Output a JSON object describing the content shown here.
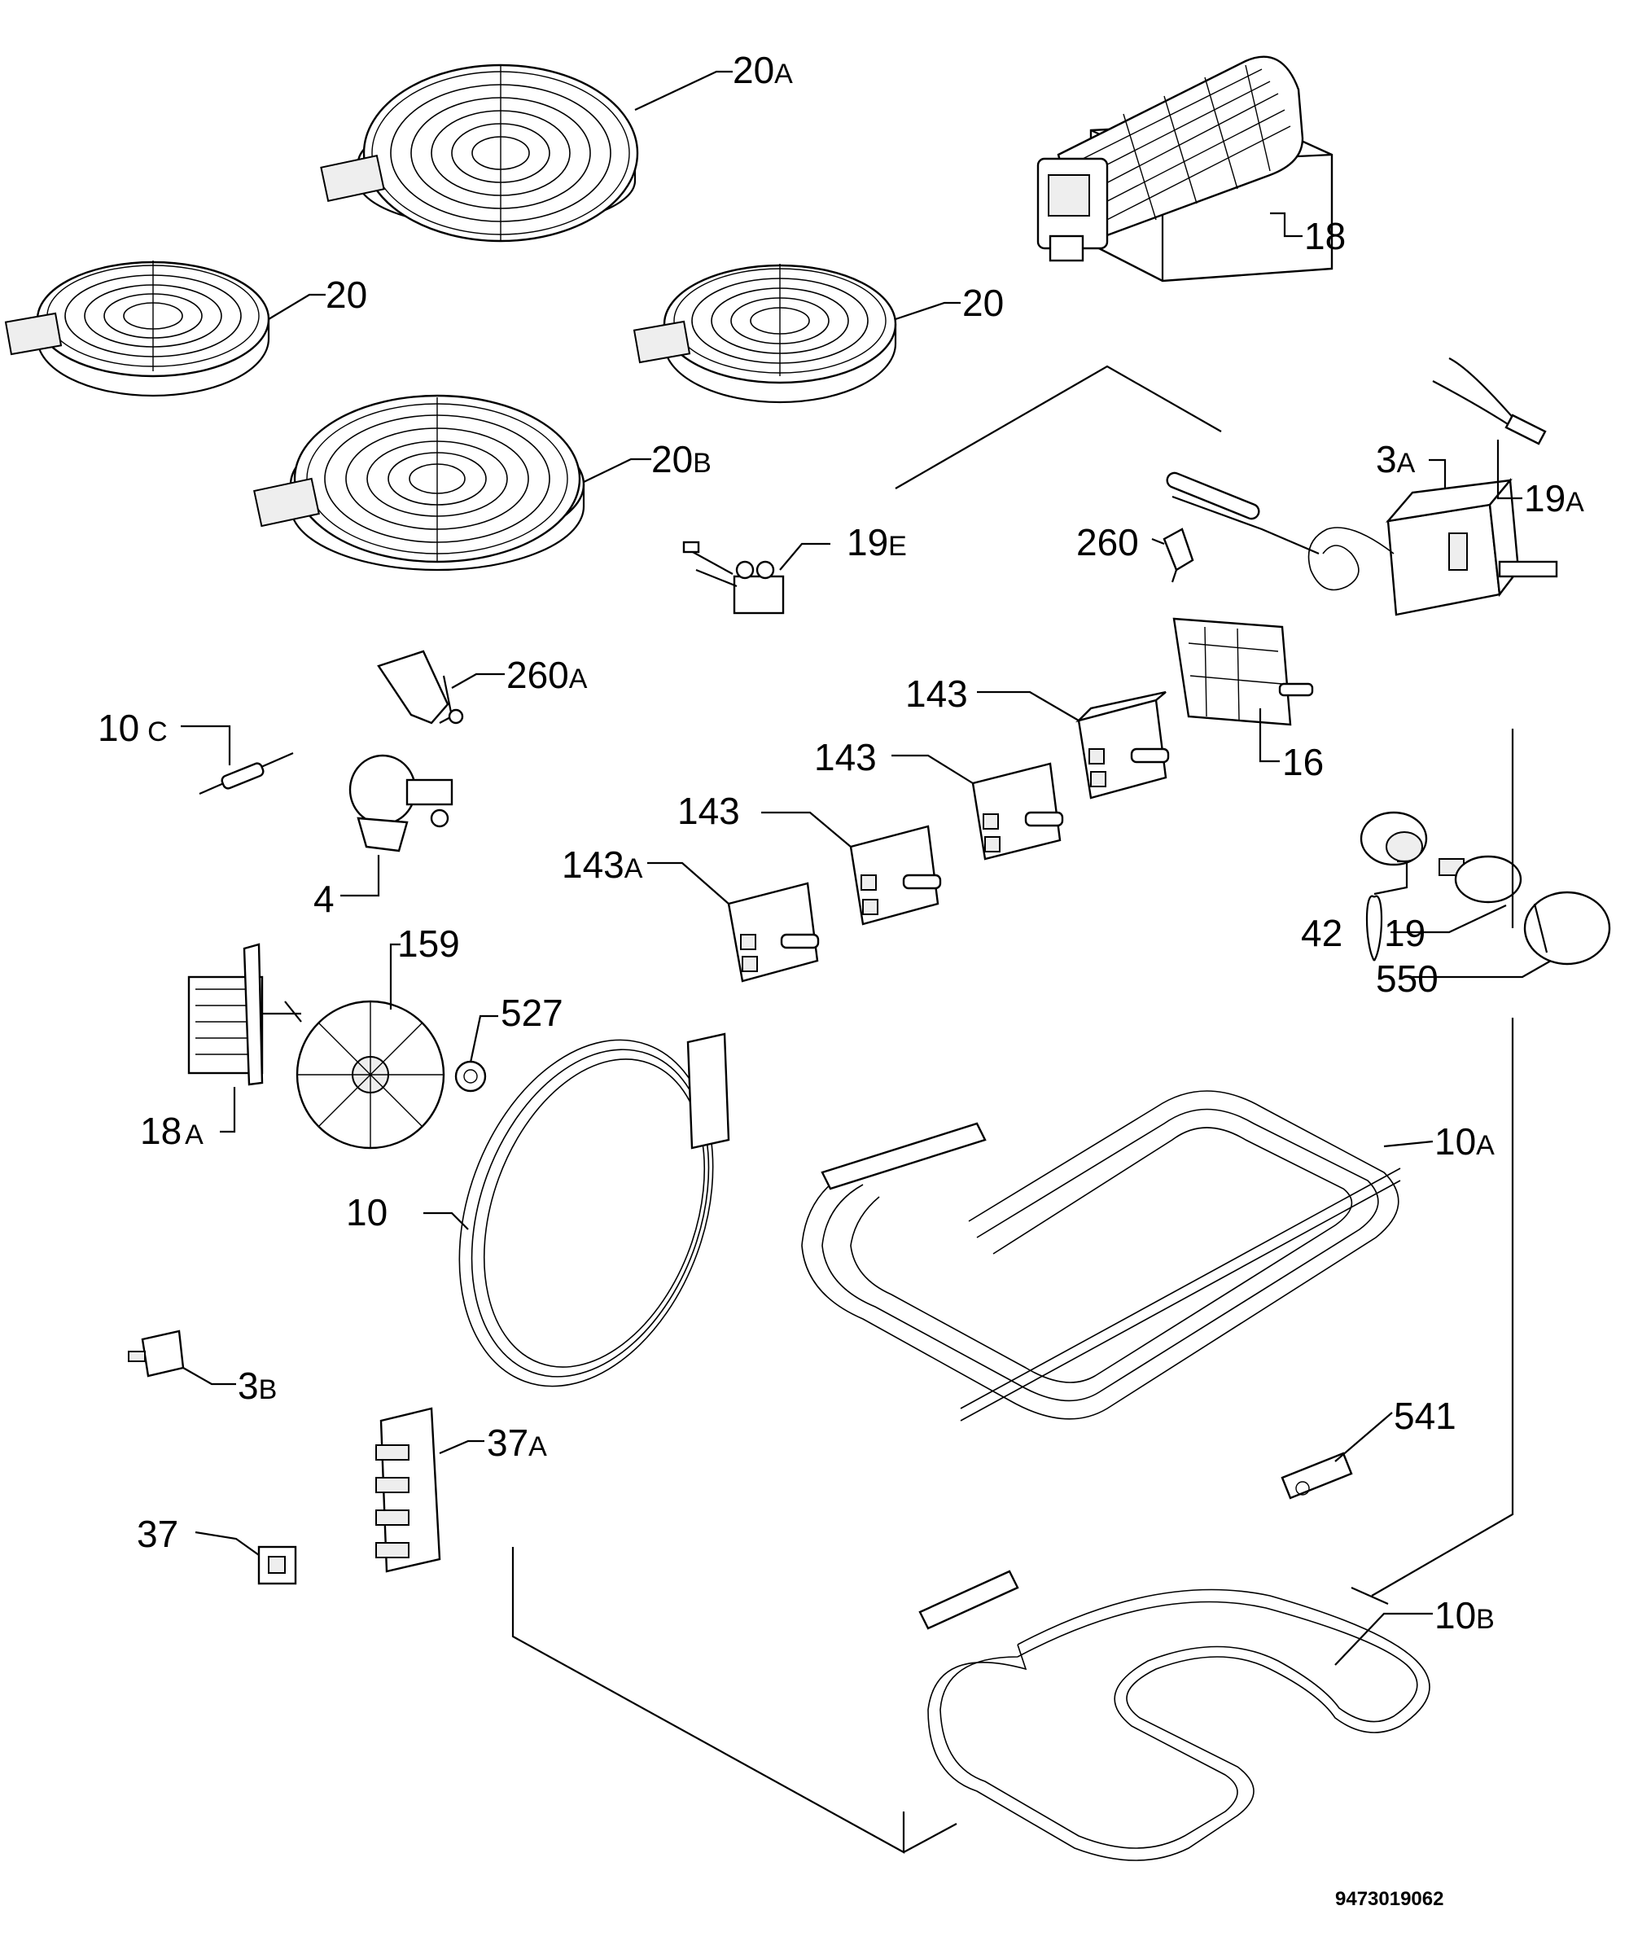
{
  "labels": {
    "l20a": {
      "num": "20",
      "suf": "A"
    },
    "l20_left": {
      "num": "20",
      "suf": ""
    },
    "l20_right": {
      "num": "20",
      "suf": ""
    },
    "l20b": {
      "num": "20",
      "suf": "B"
    },
    "l18": {
      "num": "18",
      "suf": ""
    },
    "l19a": {
      "num": "19",
      "suf": "A"
    },
    "l3a": {
      "num": "3",
      "suf": "A"
    },
    "l260": {
      "num": "260",
      "suf": ""
    },
    "l19e": {
      "num": "19",
      "suf": "E"
    },
    "l260a": {
      "num": "260",
      "suf": "A"
    },
    "l10c": {
      "num": "10",
      "suf": "C"
    },
    "l143_1": {
      "num": "143",
      "suf": ""
    },
    "l16": {
      "num": "16",
      "suf": ""
    },
    "l143_2": {
      "num": "143",
      "suf": ""
    },
    "l143_3": {
      "num": "143",
      "suf": ""
    },
    "l143a": {
      "num": "143",
      "suf": "A"
    },
    "l4": {
      "num": "4",
      "suf": ""
    },
    "l159": {
      "num": "159",
      "suf": ""
    },
    "l527": {
      "num": "527",
      "suf": ""
    },
    "l42": {
      "num": "42",
      "suf": ""
    },
    "l19": {
      "num": "19",
      "suf": ""
    },
    "l550": {
      "num": "550",
      "suf": ""
    },
    "l18a": {
      "num": "18",
      "suf": "A"
    },
    "l10a": {
      "num": "10",
      "suf": "A"
    },
    "l10": {
      "num": "10",
      "suf": ""
    },
    "l3b": {
      "num": "3",
      "suf": "B"
    },
    "l541": {
      "num": "541",
      "suf": ""
    },
    "l37a": {
      "num": "37",
      "suf": "A"
    },
    "l37": {
      "num": "37",
      "suf": ""
    },
    "l10b": {
      "num": "10",
      "suf": "B"
    }
  },
  "drawing_code": "9473019062"
}
